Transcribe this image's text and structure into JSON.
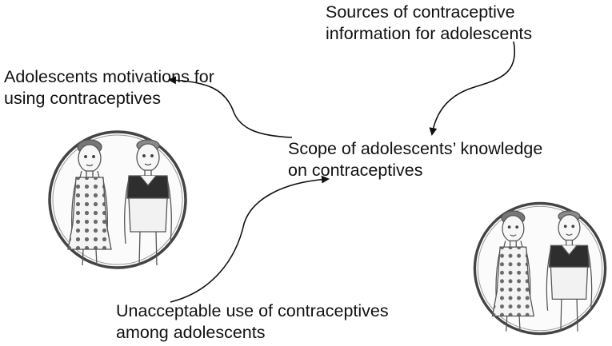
{
  "nodes": {
    "sources": "Sources of contraceptive\ninformation for adolescents",
    "motivations": "Adolescents motivations for\nusing contraceptives",
    "scope": "Scope of adolescents’ knowledge\non contraceptives",
    "unacceptable": "Unacceptable use of contraceptives\namong adolescents"
  },
  "edges": [
    {
      "from": "sources",
      "to": "scope"
    },
    {
      "from": "scope",
      "to": "motivations"
    },
    {
      "from": "unacceptable",
      "to": "scope"
    }
  ],
  "illustrations": [
    {
      "name": "adolescents-illustration-left"
    },
    {
      "name": "adolescents-illustration-right"
    }
  ],
  "colors": {
    "ink": "#111111",
    "sketch": "#555555",
    "shade": "#2e2e2e"
  }
}
